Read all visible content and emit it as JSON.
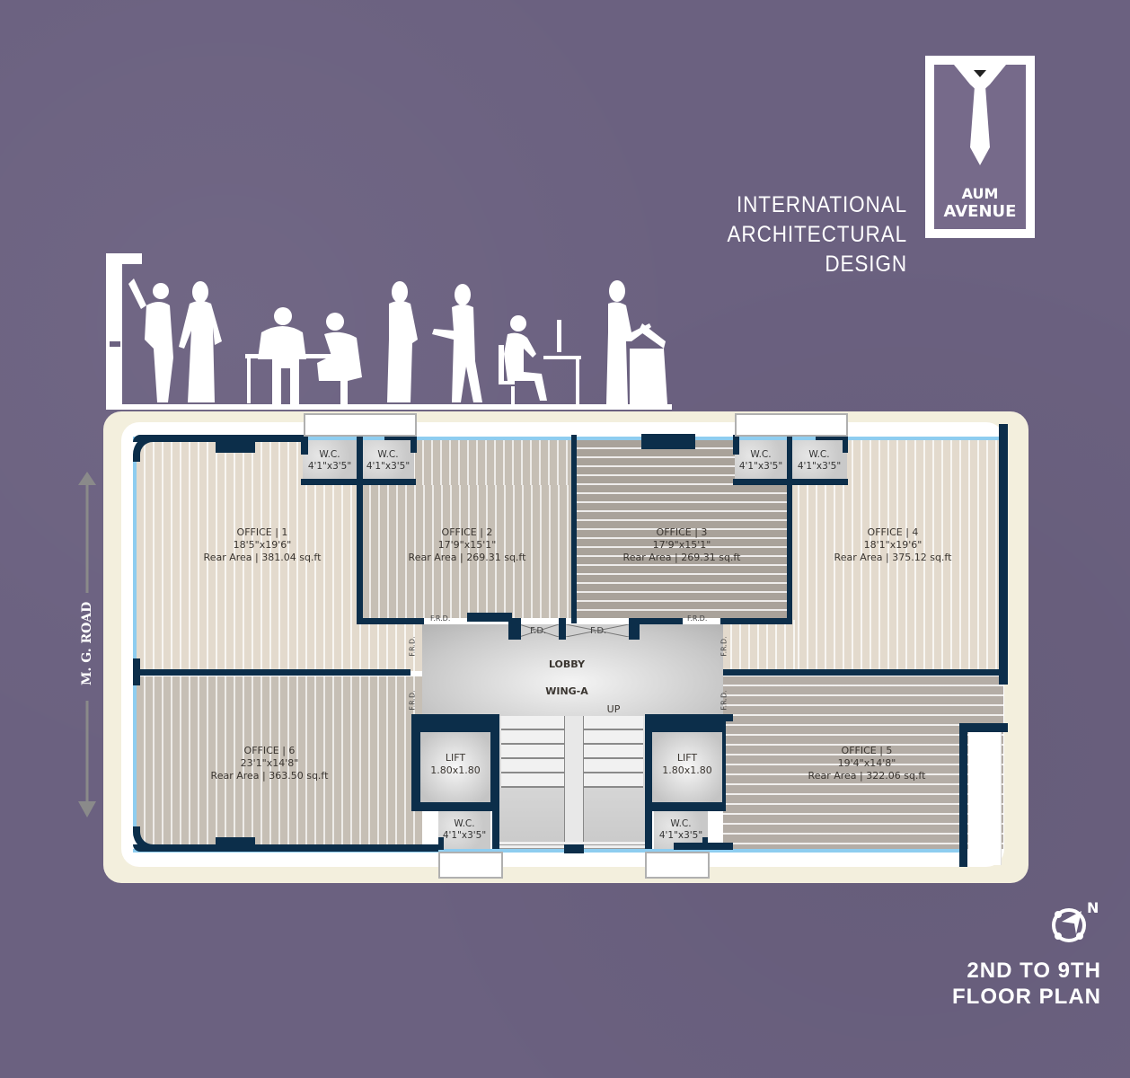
{
  "brand": {
    "logo_line1": "AUM",
    "logo_line2": "AVENUE",
    "tagline_line1": "INTERNATIONAL",
    "tagline_line2": "ARCHITECTURAL DESIGN"
  },
  "plan": {
    "title_line1": "2ND TO 9TH",
    "title_line2": "FLOOR PLAN",
    "compass_label": "N",
    "road_label": "M. G. ROAD",
    "lobby_label": "LOBBY",
    "wing_label": "WING-A",
    "stair_label": "UP",
    "fire_door_label": "F.D.",
    "frd_label": "F.R.D.",
    "offices": [
      {
        "name": "OFFICE | 1",
        "size": "18'5\"x19'6\"",
        "area": "Rear Area | 381.04 sq.ft"
      },
      {
        "name": "OFFICE | 2",
        "size": "17'9\"x15'1\"",
        "area": "Rear Area | 269.31 sq.ft"
      },
      {
        "name": "OFFICE | 3",
        "size": "17'9\"x15'1\"",
        "area": "Rear Area | 269.31 sq.ft"
      },
      {
        "name": "OFFICE | 4",
        "size": "18'1\"x19'6\"",
        "area": "Rear Area | 375.12 sq.ft"
      },
      {
        "name": "OFFICE | 5",
        "size": "19'4\"x14'8\"",
        "area": "Rear Area | 322.06 sq.ft"
      },
      {
        "name": "OFFICE | 6",
        "size": "23'1\"x14'8\"",
        "area": "Rear Area | 363.50 sq.ft"
      }
    ],
    "wc": {
      "name": "W.C.",
      "size": "4'1\"x3'5\""
    },
    "lifts": [
      {
        "name": "LIFT",
        "size": "1.80x1.80"
      },
      {
        "name": "LIFT",
        "size": "1.80x1.80"
      }
    ]
  },
  "colors": {
    "background": "#6b6180",
    "wall": "#0c2e4a",
    "glass": "#8ecdf0",
    "site": "#f3efdd"
  }
}
